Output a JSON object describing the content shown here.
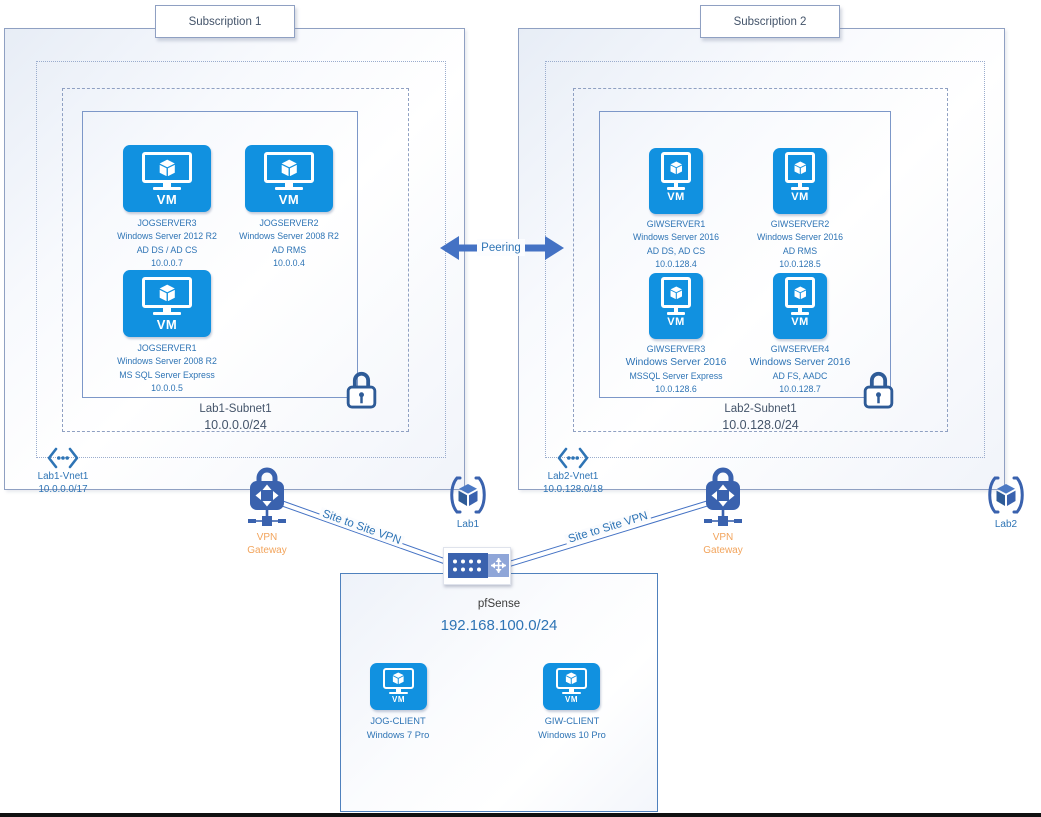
{
  "colors": {
    "azure_blue": "#1191E0",
    "royal_blue": "#3A62AE",
    "navy": "#2E5B97",
    "arrow_blue": "#4472C4",
    "text_blue": "#2E74B5",
    "text_slate": "#44546A",
    "text_orange": "#F2A45C",
    "box_border": "#8FA0C2"
  },
  "labels": {
    "vm_badge": "VM",
    "peering": "Peering",
    "site_to_site_left": "Site to Site VPN",
    "site_to_site_right": "Site to Site VPN",
    "vpn_gateway_left": "VPN Gateway",
    "vpn_gateway_right": "VPN Gateway"
  },
  "subscription1": {
    "title": "Subscription 1",
    "vnet": {
      "name": "Lab1-Vnet1",
      "cidr": "10.0.0.0/17"
    },
    "subnet": {
      "name": "Lab1-Subnet1",
      "cidr": "10.0.0.0/24"
    },
    "resource_group": "Lab1",
    "vms": [
      {
        "name": "JOGSERVER3",
        "os": "Windows Server 2012 R2",
        "role": "AD DS / AD CS",
        "ip": "10.0.0.7"
      },
      {
        "name": "JOGSERVER2",
        "os": "Windows Server 2008 R2",
        "role": "AD RMS",
        "ip": "10.0.0.4"
      },
      {
        "name": "JOGSERVER1",
        "os": "Windows Server 2008 R2",
        "role": "MS SQL Server Express",
        "ip": "10.0.0.5"
      }
    ]
  },
  "subscription2": {
    "title": "Subscription 2",
    "vnet": {
      "name": "Lab2-Vnet1",
      "cidr": "10.0.128.0/18"
    },
    "subnet": {
      "name": "Lab2-Subnet1",
      "cidr": "10.0.128.0/24"
    },
    "resource_group": "Lab2",
    "vms": [
      {
        "name": "GIWSERVER1",
        "os": "Windows Server 2016",
        "role": "AD DS, AD CS",
        "ip": "10.0.128.4"
      },
      {
        "name": "GIWSERVER2",
        "os": "Windows Server 2016",
        "role": "AD RMS",
        "ip": "10.0.128.5"
      },
      {
        "name": "GIWSERVER3",
        "os": "Windows Server 2016",
        "role": "MSSQL Server Express",
        "ip": "10.0.128.6"
      },
      {
        "name": "GIWSERVER4",
        "os": "Windows Server 2016",
        "role": "AD FS, AADC",
        "ip": "10.0.128.7"
      }
    ]
  },
  "onprem": {
    "router_name": "pfSense",
    "network_cidr": "192.168.100.0/24",
    "vms": [
      {
        "name": "JOG-CLIENT",
        "os": "Windows 7 Pro"
      },
      {
        "name": "GIW-CLIENT",
        "os": "Windows 10 Pro"
      }
    ]
  }
}
